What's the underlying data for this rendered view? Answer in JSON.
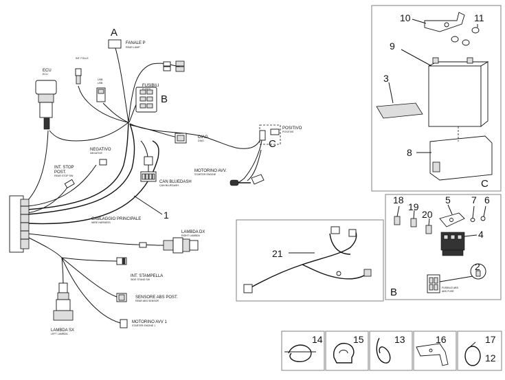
{
  "diagram": {
    "section_letters": {
      "a": "A",
      "b": "B",
      "c": "C",
      "box_b": "B",
      "box_c": "C"
    },
    "components": {
      "fanale_p": {
        "name": "FANALE P",
        "sub": "REAR LAMP"
      },
      "int_folle": {
        "name": "INT. FOLLE"
      },
      "ecu": {
        "name": "ECU",
        "sub": "ECU"
      },
      "usb": {
        "name": "USB",
        "sub": "USB"
      },
      "fusibili": {
        "name": "FUSIBILI",
        "sub": "FUSES"
      },
      "negativo": {
        "name": "NEGATIVO",
        "sub": "NEGATIVE"
      },
      "int_stop": {
        "name": "INT. STOP",
        "name2": "POST.",
        "sub": "REAR STOP SW"
      },
      "diag": {
        "name": "DIAG.",
        "sub": "DIAG"
      },
      "positivo": {
        "name": "POSITIVO",
        "sub": "POSITIVE"
      },
      "motorino_avv": {
        "name": "MOTORINO AVV.",
        "sub": "STARTER ENGINE"
      },
      "can_bluedash": {
        "name": "CAN BLUEDASH",
        "sub": "CAN BLUEDASH"
      },
      "cablaggio": {
        "name": "CABLAGGIO PRINCIPALE",
        "sub": "WIRE HARNESS"
      },
      "lambda_dx": {
        "name": "LAMBDA DX",
        "sub": "RIGHT LAMBDA"
      },
      "int_stampella": {
        "name": "INT. STAMPELLA",
        "sub": "SIDE STAND SW"
      },
      "sensore_abs": {
        "name": "SENSORE ABS POST.",
        "sub": "REAR ABS SENSOR"
      },
      "motorino_avv_1": {
        "name": "MOTORINO AVV 1",
        "sub": "STARTER ENGINE 1"
      },
      "lambda_sx": {
        "name": "LAMBDA SX",
        "sub": "LEFT LAMBDA"
      },
      "fusibile_abs": {
        "name": "FUSIBILE ABS",
        "sub": "ABS FUSE"
      }
    },
    "part_numbers": {
      "p1": "1",
      "p2": "2",
      "p3": "3",
      "p4": "4",
      "p5": "5",
      "p6": "6",
      "p7": "7",
      "p8": "8",
      "p9": "9",
      "p10": "10",
      "p11": "11",
      "p12": "12",
      "p13": "13",
      "p14": "14",
      "p15": "15",
      "p16": "16",
      "p17": "17",
      "p18": "18",
      "p19": "19",
      "p20": "20",
      "p21": "21"
    }
  }
}
